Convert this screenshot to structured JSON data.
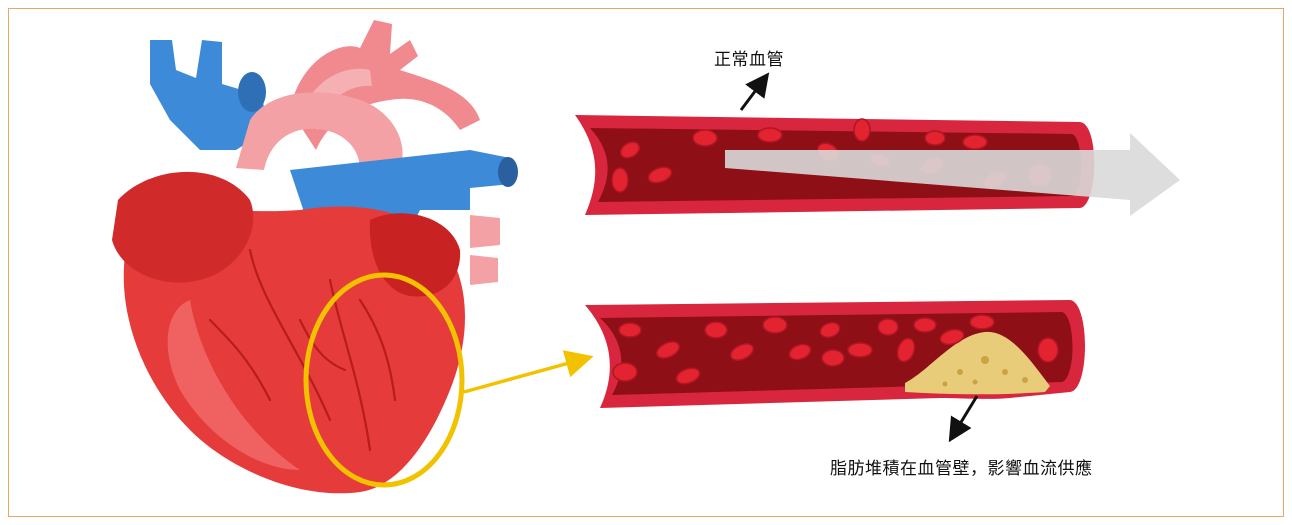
{
  "labels": {
    "normal_vessel": "正常血管",
    "plaque_vessel": "脂肪堆積在血管壁，影響血流供應"
  },
  "colors": {
    "frame_border": "#e8a66a",
    "vessel_wall": "#d7263d",
    "vessel_lumen": "#8e0f16",
    "blood_cell": "#e32330",
    "flow_arrow": "#d9d9d9",
    "plaque": "#e8cc7a",
    "highlight_ring": "#f2c200",
    "heart_red": "#e63b3b",
    "aorta_pink": "#f08a8f",
    "vein_blue": "#3d8bd8"
  },
  "icons": {
    "heart": "heart-illustration",
    "vessel_normal": "normal-artery-illustration",
    "vessel_plaque": "narrowed-artery-illustration",
    "ring": "highlight-circle",
    "pointer_normal": "arrow-up-right-icon",
    "pointer_plaque": "arrow-down-left-icon",
    "pointer_link": "arrow-right-icon",
    "flow": "flow-arrow-icon"
  }
}
